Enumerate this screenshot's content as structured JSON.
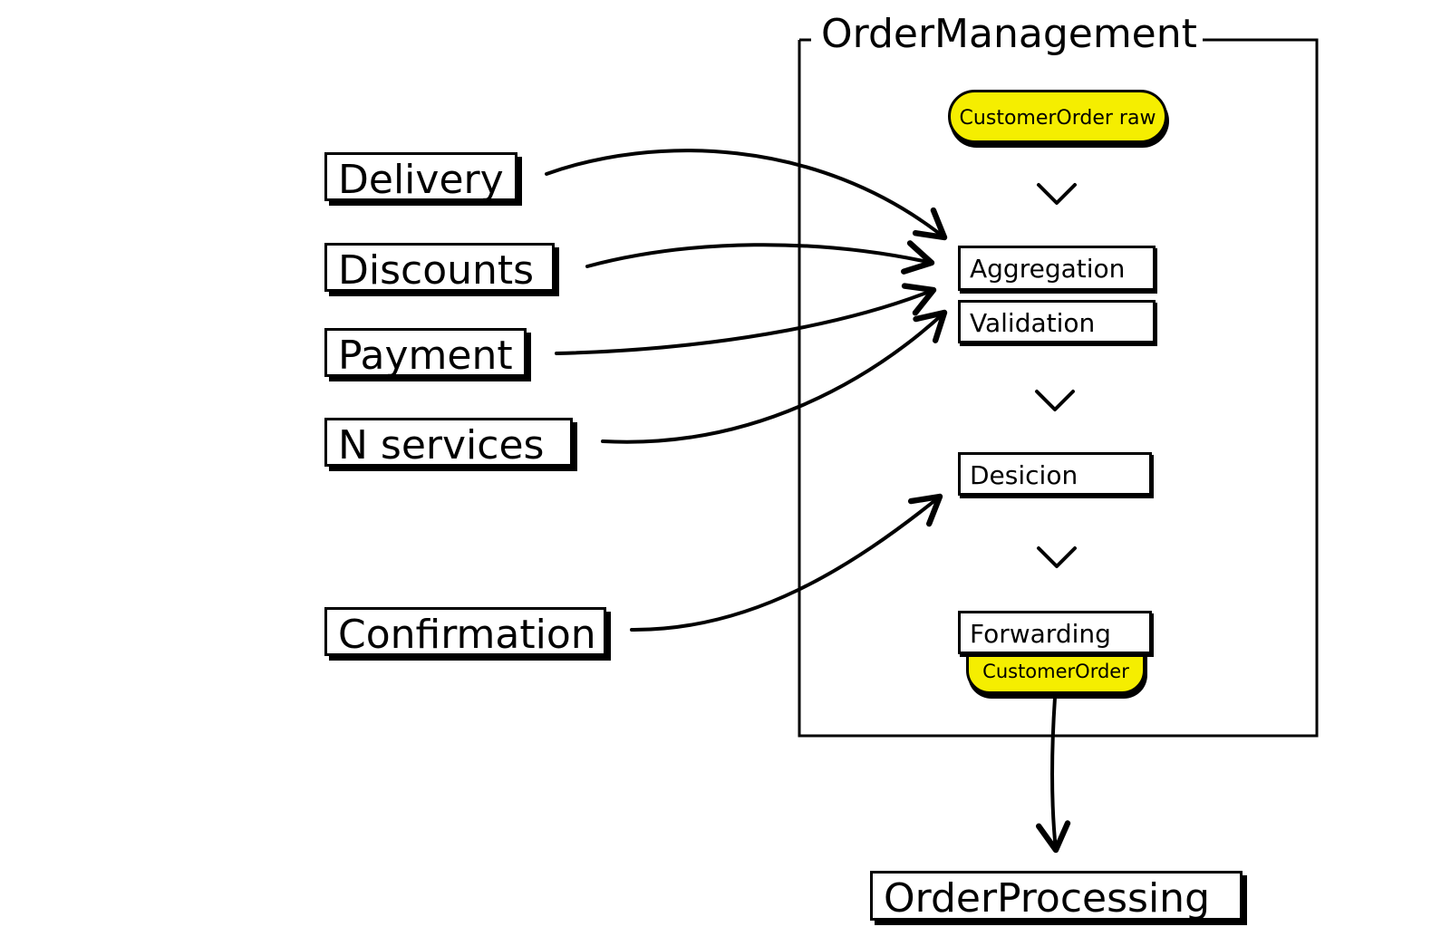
{
  "group": {
    "title": "OrderManagement"
  },
  "sources": {
    "delivery": "Delivery",
    "discounts": "Discounts",
    "payment": "Payment",
    "n_services": "N services",
    "confirmation": "Confirmation"
  },
  "pipeline": {
    "input_badge": "CustomerOrder raw",
    "aggregation": "Aggregation",
    "validation": "Validation",
    "decision": "Desicion",
    "forwarding": "Forwarding",
    "output_badge": "CustomerOrder"
  },
  "target": {
    "label": "OrderProcessing"
  },
  "colors": {
    "highlight": "#f5ee00",
    "stroke": "#000000"
  },
  "icons": {
    "step_separator": "chevron-down-icon",
    "flow": "arrow-icon"
  }
}
